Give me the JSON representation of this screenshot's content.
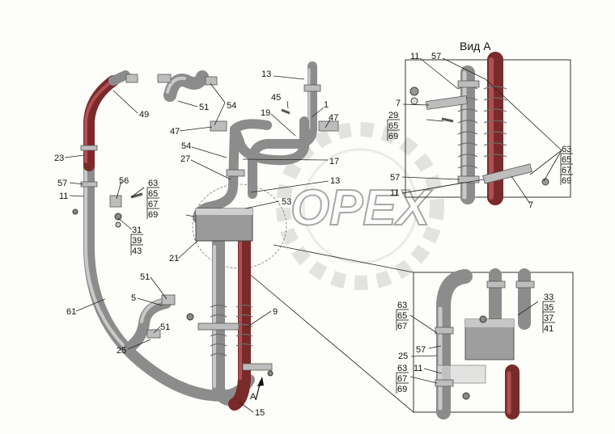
{
  "view_title": "Вид А",
  "watermark": "OPEX",
  "arrow_label": "A",
  "main_labels": [
    {
      "id": "l13a",
      "text": "13"
    },
    {
      "id": "l45",
      "text": "45"
    },
    {
      "id": "l1",
      "text": "1"
    },
    {
      "id": "l19",
      "text": "19"
    },
    {
      "id": "l47a",
      "text": "47"
    },
    {
      "id": "l47b",
      "text": "47"
    },
    {
      "id": "l49",
      "text": "49"
    },
    {
      "id": "l51a",
      "text": "51"
    },
    {
      "id": "l54a",
      "text": "54"
    },
    {
      "id": "l54b",
      "text": "54"
    },
    {
      "id": "l17",
      "text": "17"
    },
    {
      "id": "l27",
      "text": "27"
    },
    {
      "id": "l13b",
      "text": "13"
    },
    {
      "id": "l53",
      "text": "53"
    },
    {
      "id": "l23",
      "text": "23"
    },
    {
      "id": "l57a",
      "text": "57"
    },
    {
      "id": "l11a",
      "text": "11"
    },
    {
      "id": "l56",
      "text": "56"
    },
    {
      "id": "l21",
      "text": "21"
    },
    {
      "id": "l51b",
      "text": "51"
    },
    {
      "id": "l5",
      "text": "5"
    },
    {
      "id": "l61",
      "text": "61"
    },
    {
      "id": "l51c",
      "text": "51"
    },
    {
      "id": "l25a",
      "text": "25"
    },
    {
      "id": "l9",
      "text": "9"
    },
    {
      "id": "l15",
      "text": "15"
    }
  ],
  "stacked_labels": [
    {
      "id": "s1",
      "items": [
        "63",
        "65",
        "67",
        "69"
      ]
    },
    {
      "id": "s2",
      "items": [
        "31",
        "39",
        "43"
      ]
    },
    {
      "id": "s3",
      "items": [
        "29",
        "65",
        "69"
      ]
    },
    {
      "id": "s4",
      "items": [
        "63",
        "65",
        "67",
        "69"
      ]
    },
    {
      "id": "s5",
      "items": [
        "33",
        "35",
        "37",
        "41"
      ]
    },
    {
      "id": "s6",
      "items": [
        "63",
        "65",
        "67"
      ]
    },
    {
      "id": "s7",
      "items": [
        "63",
        "67",
        "69"
      ]
    }
  ],
  "view_a_labels": [
    {
      "id": "a11",
      "text": "11"
    },
    {
      "id": "a57",
      "text": "57"
    },
    {
      "id": "a7a",
      "text": "7"
    },
    {
      "id": "a57b",
      "text": "57"
    },
    {
      "id": "a11b",
      "text": "11"
    },
    {
      "id": "a7b",
      "text": "7"
    }
  ],
  "detail_labels": [
    {
      "id": "d25",
      "text": "25"
    },
    {
      "id": "d57",
      "text": "57"
    },
    {
      "id": "d11",
      "text": "11"
    }
  ]
}
